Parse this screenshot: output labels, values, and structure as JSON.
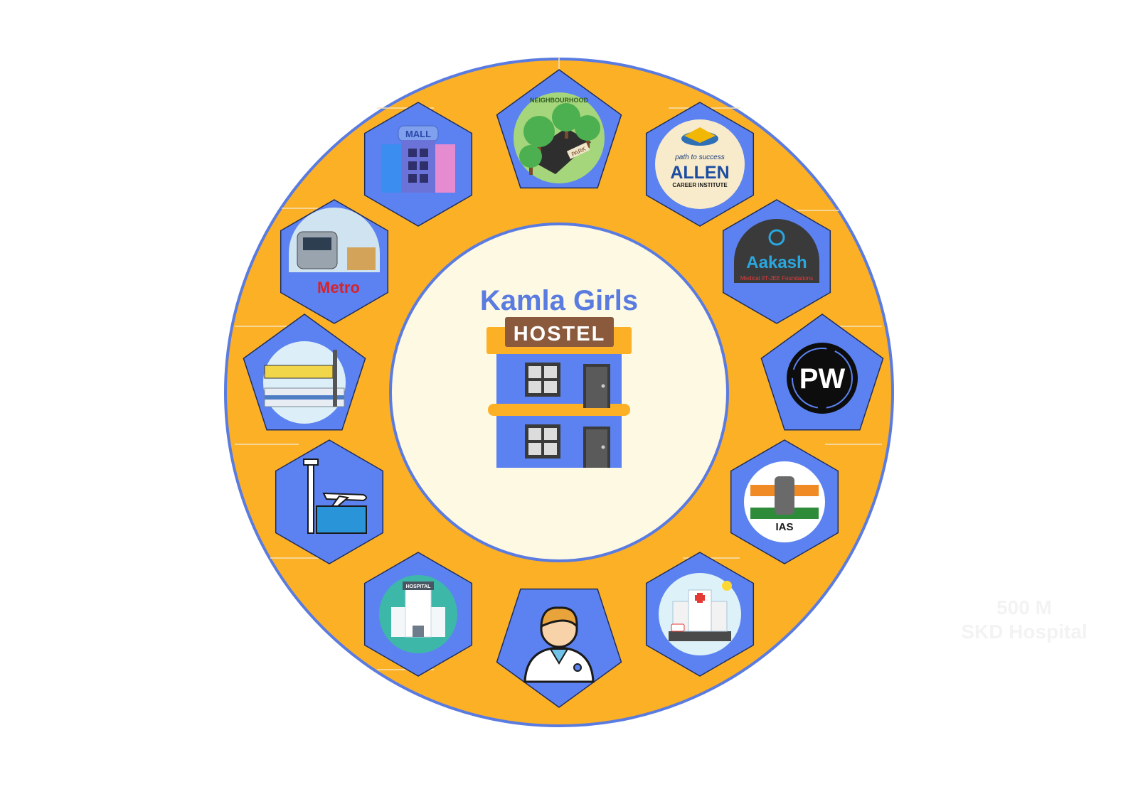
{
  "hub": {
    "title": "Kamla Girls",
    "sign": "HOSTEL"
  },
  "nodes": [
    {
      "icon": "neighbourhood-park-icon",
      "label": "NEIGHBOURHOOD",
      "sublabel": "PARK"
    },
    {
      "icon": "allen-career-institute-logo",
      "tagline": "path to success",
      "label": "ALLEN",
      "sublabel": "CAREER INSTITUTE"
    },
    {
      "icon": "aakash-logo",
      "label": "Aakash",
      "sublabel": "Medical IIT-JEE Foundations"
    },
    {
      "icon": "physics-wallah-logo",
      "label": "PW"
    },
    {
      "icon": "ias-emblem-icon",
      "label": "IAS"
    },
    {
      "icon": "hospital-building-icon"
    },
    {
      "icon": "doctor-icon"
    },
    {
      "icon": "hospital-icon",
      "label": "HOSPITAL"
    },
    {
      "icon": "airport-icon"
    },
    {
      "icon": "railway-station-icon"
    },
    {
      "icon": "metro-train-icon",
      "label": "Metro"
    },
    {
      "icon": "mall-icon",
      "label": "MALL"
    }
  ],
  "ghost_label": {
    "distance": "500 M",
    "place": "SKD Hospital"
  },
  "colors": {
    "ring": "#FCB026",
    "ring_border": "#5A7BE0",
    "node_fill": "#5B82F0",
    "hub_fill": "#FEF9E3",
    "title": "#5A7BE0",
    "sign_bg": "#8B5A3C"
  }
}
